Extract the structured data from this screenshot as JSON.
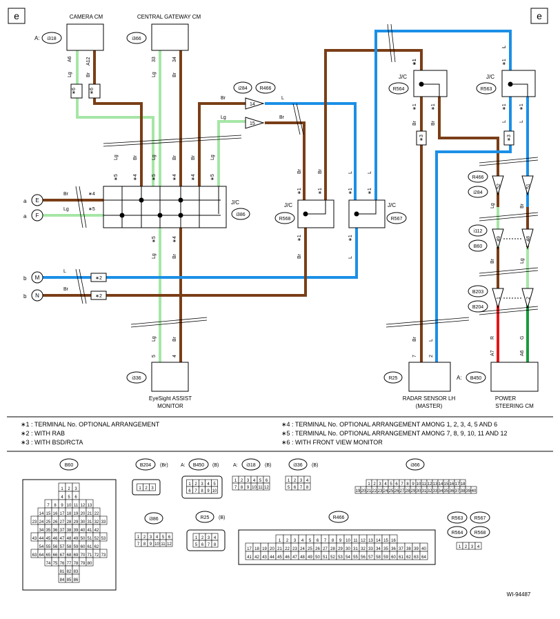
{
  "page_tags": {
    "left": "e",
    "right": "e"
  },
  "components": {
    "camera_cm": {
      "name": "CAMERA CM",
      "prefix": "A:",
      "id": "i318"
    },
    "central_gateway_cm": {
      "name": "CENTRAL GATEWAY CM",
      "id": "i366"
    },
    "eyesight_monitor": {
      "name_line1": "EyeSight ASSIST",
      "name_line2": "MONITOR",
      "id": "i336"
    },
    "radar_sensor_lh": {
      "name_line1": "RADAR SENSOR LH",
      "name_line2": "(MASTER)",
      "id": "R25"
    },
    "power_steering_cm": {
      "name_line1": "POWER",
      "name_line2": "STEERING CM",
      "prefix": "A:",
      "id": "B450"
    }
  },
  "junctions": {
    "jc_i386": {
      "label": "J/C",
      "id": "i386"
    },
    "jc_r568": {
      "label": "J/C",
      "id": "R568"
    },
    "jc_r567": {
      "label": "J/C",
      "id": "R567"
    },
    "jc_r564": {
      "label": "J/C",
      "id": "R564"
    },
    "jc_r563": {
      "label": "J/C",
      "id": "R563"
    }
  },
  "connectors": {
    "i284": "i284",
    "r466": "R466",
    "i112": "i112",
    "b60": "B60",
    "b203": "B203",
    "b204": "B204"
  },
  "pins": {
    "cam_a6": "A6",
    "cam_a12": "A12",
    "cgw_33": "33",
    "cgw_34": "34",
    "mon_5": "5",
    "mon_4": "4",
    "rad_7": "7",
    "rad_2": "2",
    "ps_a7": "A7",
    "ps_a6": "A6",
    "p14": "14",
    "p15": "15",
    "p52": "52",
    "p51": "51",
    "p49": "49",
    "p48": "48",
    "p1": "1",
    "p2": "2"
  },
  "wire_colors": {
    "lg": "Lg",
    "br": "Br",
    "l": "L",
    "r": "R",
    "g": "G"
  },
  "stars": {
    "s1": "∗1",
    "s2": "∗2",
    "s3": "∗3",
    "s4": "∗4",
    "s5": "∗5",
    "s6": "∗6"
  },
  "off_page": {
    "a_e": {
      "side": "a",
      "letter": "E"
    },
    "a_f": {
      "side": "a",
      "letter": "F"
    },
    "b_m": {
      "side": "b",
      "letter": "M"
    },
    "b_n": {
      "side": "b",
      "letter": "N"
    }
  },
  "notes": [
    "∗1 : TERMINAL No. OPTIONAL ARRANGEMENT",
    "∗2 : WITH RAB",
    "∗3 : WITH BSD/RCTA",
    "∗4 : TERMINAL No. OPTIONAL ARRANGEMENT AMONG 1, 2, 3, 4, 5 AND 6",
    "∗5 : TERMINAL No. OPTIONAL ARRANGEMENT AMONG 7, 8, 9, 10, 11 AND 12",
    "∗6 : WITH FRONT VIEW MONITOR"
  ],
  "connector_views": {
    "b60": {
      "id": "B60",
      "rows": [
        [
          "1",
          "2",
          "3"
        ],
        [
          "4",
          "5",
          "6"
        ],
        [
          "7",
          "8",
          "9",
          "10",
          "11",
          "12",
          "13"
        ],
        [
          "14",
          "15",
          "16",
          "17",
          "18",
          "19",
          "20",
          "21",
          "22"
        ],
        [
          "23",
          "24",
          "25",
          "26",
          "27",
          "28",
          "29",
          "30",
          "31",
          "32",
          "33"
        ],
        [
          "34",
          "35",
          "36",
          "37",
          "38",
          "39",
          "40",
          "41",
          "42"
        ],
        [
          "43",
          "44",
          "45",
          "46",
          "47",
          "48",
          "49",
          "50",
          "51",
          "52",
          "53"
        ],
        [
          "54",
          "55",
          "56",
          "57",
          "58",
          "59",
          "60",
          "61",
          "62"
        ],
        [
          "63",
          "64",
          "65",
          "66",
          "67",
          "68",
          "69",
          "70",
          "71",
          "72",
          "73"
        ],
        [
          "74",
          "75",
          "76",
          "77",
          "78",
          "79",
          "80"
        ],
        [
          "81",
          "82",
          "83"
        ],
        [
          "84",
          "85",
          "86"
        ]
      ]
    },
    "b204": {
      "id": "B204",
      "color": "(Br)",
      "rows": [
        [
          "1",
          "2",
          "3"
        ]
      ]
    },
    "b450": {
      "prefix": "A:",
      "id": "B450",
      "color": "(B)",
      "rows": [
        [
          "1",
          "2",
          "3",
          "4",
          "5"
        ],
        [
          "6",
          "7",
          "8",
          "9",
          "10"
        ]
      ]
    },
    "i318": {
      "prefix": "A:",
      "id": "i318",
      "color": "(B)",
      "rows": [
        [
          "1",
          "2",
          "3",
          "4",
          "5",
          "6"
        ],
        [
          "7",
          "8",
          "9",
          "10",
          "11",
          "12"
        ]
      ]
    },
    "i336": {
      "id": "i336",
      "color": "(B)",
      "rows": [
        [
          "1",
          "2",
          "3",
          "4"
        ],
        [
          "5",
          "6",
          "7",
          "8"
        ]
      ]
    },
    "i366_top": {
      "id": "i366",
      "rows": [
        [
          "1",
          "2",
          "3",
          "4",
          "5",
          "6",
          "7",
          "8",
          "9",
          "10",
          "11",
          "12",
          "13",
          "14",
          "15",
          "16",
          "17",
          "18"
        ],
        [
          "19",
          "20",
          "21",
          "22",
          "23",
          "24",
          "25",
          "26",
          "27",
          "28",
          "29",
          "30",
          "31",
          "32",
          "33",
          "34",
          "35",
          "36",
          "37",
          "38",
          "39",
          "40"
        ]
      ]
    },
    "i386": {
      "id": "i386",
      "rows": [
        [
          "1",
          "2",
          "3",
          "4",
          "5",
          "6"
        ],
        [
          "7",
          "8",
          "9",
          "10",
          "11",
          "12"
        ]
      ]
    },
    "r25": {
      "id": "R25",
      "color": "(B)",
      "rows": [
        [
          "1",
          "2",
          "3",
          "4"
        ],
        [
          "5",
          "6",
          "7",
          "8"
        ]
      ]
    },
    "r466": {
      "id": "R466",
      "rows": [
        [
          "1",
          "2",
          "3",
          "4",
          "5",
          "6",
          "7",
          "8",
          "9",
          "10",
          "11",
          "12",
          "13",
          "14",
          "15",
          "16"
        ],
        [
          "17",
          "18",
          "19",
          "20",
          "21",
          "22",
          "23",
          "24",
          "25",
          "26",
          "27",
          "28",
          "29",
          "30",
          "31",
          "32",
          "33",
          "34",
          "35",
          "36",
          "37",
          "38",
          "39",
          "40"
        ],
        [
          "41",
          "42",
          "43",
          "44",
          "45",
          "46",
          "47",
          "48",
          "49",
          "50",
          "51",
          "52",
          "53",
          "54",
          "55",
          "56",
          "57",
          "58",
          "59",
          "60",
          "61",
          "62",
          "63",
          "64"
        ]
      ]
    },
    "r56x": {
      "ids": [
        "R563",
        "R567",
        "R564",
        "R568"
      ],
      "rows": [
        [
          "1",
          "2",
          "3",
          "4"
        ]
      ]
    }
  },
  "ref_code": "WI-94487",
  "colors": {
    "brown": "#7a3e17",
    "blue": "#1b8fe6",
    "lightgreen": "#a6e6a6",
    "red": "#e01818",
    "green": "#1a9a3c"
  }
}
